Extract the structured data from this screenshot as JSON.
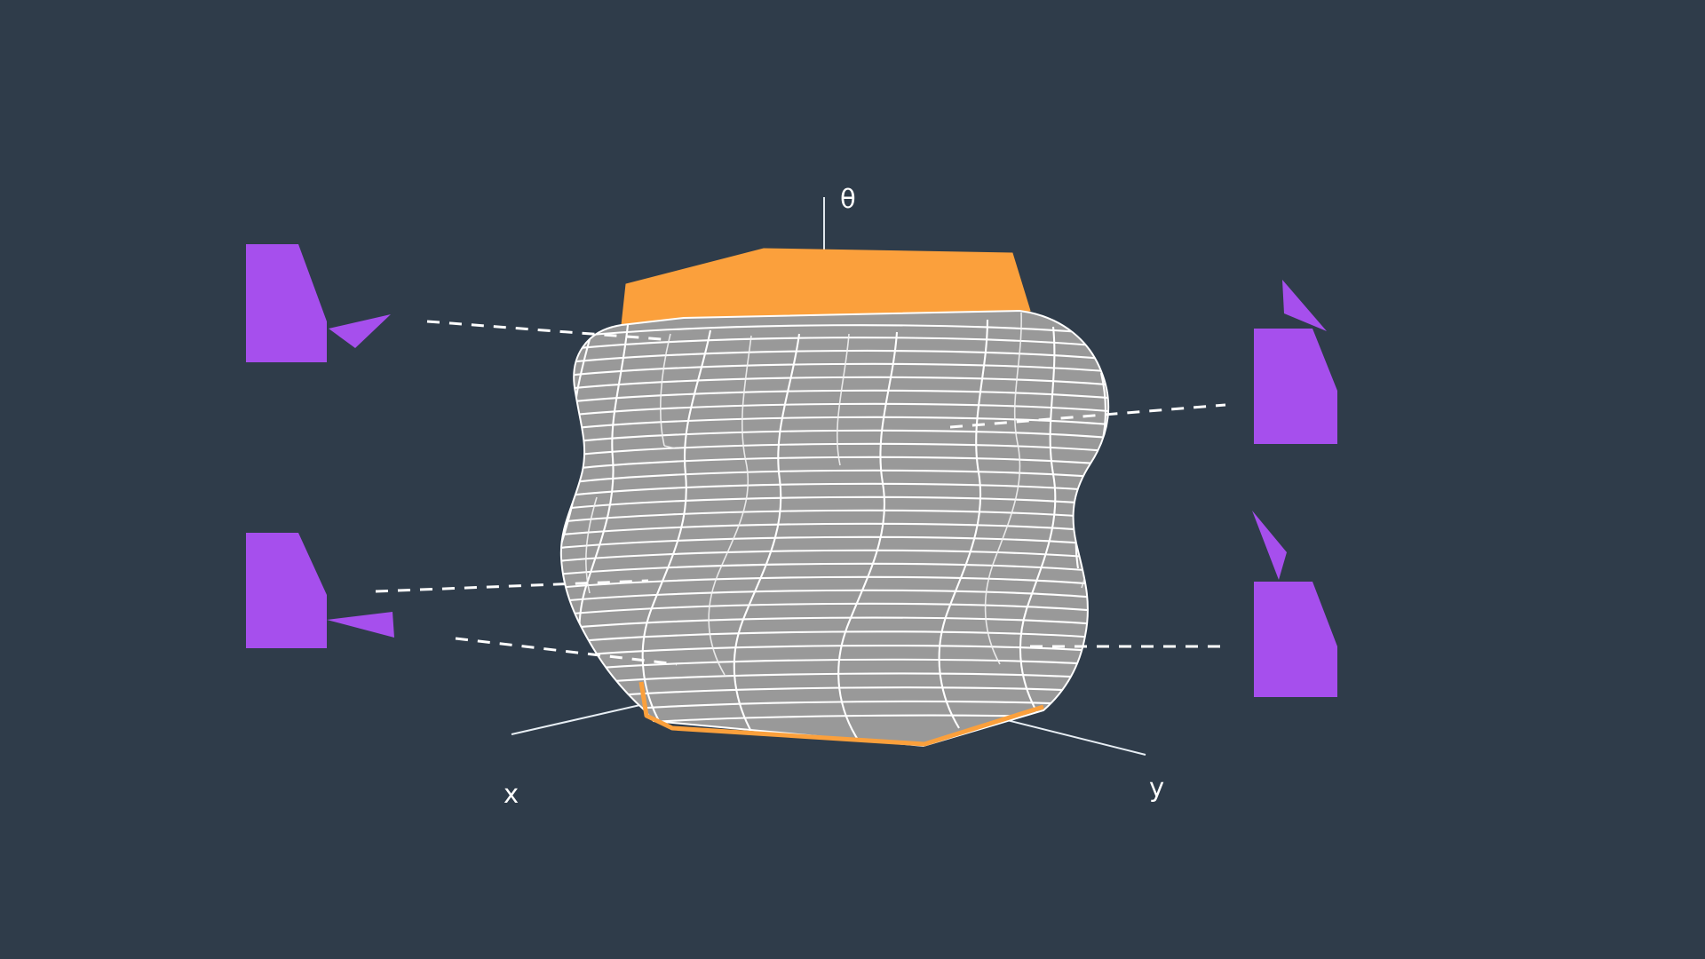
{
  "figure": {
    "kind": "3d-parametric-surface-plot",
    "background_color": "#2f3c4a",
    "surface_color": "#999999",
    "mesh_line_color": "#ffffff",
    "cap_color": "#fba03c",
    "callout_color": "#a64fed",
    "axis_line_color": "#dfe6ec",
    "leader_line_color": "#ffffff",
    "leader_line_style": "dashed"
  },
  "axes": {
    "theta": {
      "label": "θ",
      "name": "theta-axis"
    },
    "x": {
      "label": "x",
      "name": "x-axis"
    },
    "y": {
      "label": "y",
      "name": "y-axis"
    }
  },
  "callouts": [
    {
      "id": "callout-top-left",
      "side": "left",
      "pointer": "down-right",
      "color": "#a64fed"
    },
    {
      "id": "callout-bottom-left",
      "side": "left",
      "pointer": "right",
      "color": "#a64fed"
    },
    {
      "id": "callout-top-right",
      "side": "right",
      "pointer": "up-left",
      "color": "#a64fed"
    },
    {
      "id": "callout-bottom-right",
      "side": "right",
      "pointer": "up-left",
      "color": "#a64fed"
    }
  ],
  "leader_lines": [
    {
      "id": "leader-upper-left",
      "from": [
        481,
        362
      ],
      "to": [
        745,
        380
      ]
    },
    {
      "id": "leader-lower-left",
      "from": [
        423,
        667
      ],
      "to": [
        730,
        654
      ]
    },
    {
      "id": "leader-bottom-left",
      "from": [
        513,
        719
      ],
      "to": [
        760,
        749
      ]
    },
    {
      "id": "leader-upper-right",
      "from": [
        1070,
        480
      ],
      "to": [
        1380,
        456
      ]
    },
    {
      "id": "leader-lower-right",
      "from": [
        1160,
        728
      ],
      "to": [
        1380,
        728
      ]
    }
  ],
  "chart_data": {
    "type": "surface",
    "title": "",
    "xlabel": "x",
    "ylabel": "y",
    "zlabel": "θ",
    "grid": false,
    "legend": "none",
    "description": "Twisted corrugated cylindrical parametric surface rendered as a gray wireframe mesh with an orange top cap and an orange bottom rim, shown in a dark slate viewport with theta, x and y axis indicators."
  }
}
